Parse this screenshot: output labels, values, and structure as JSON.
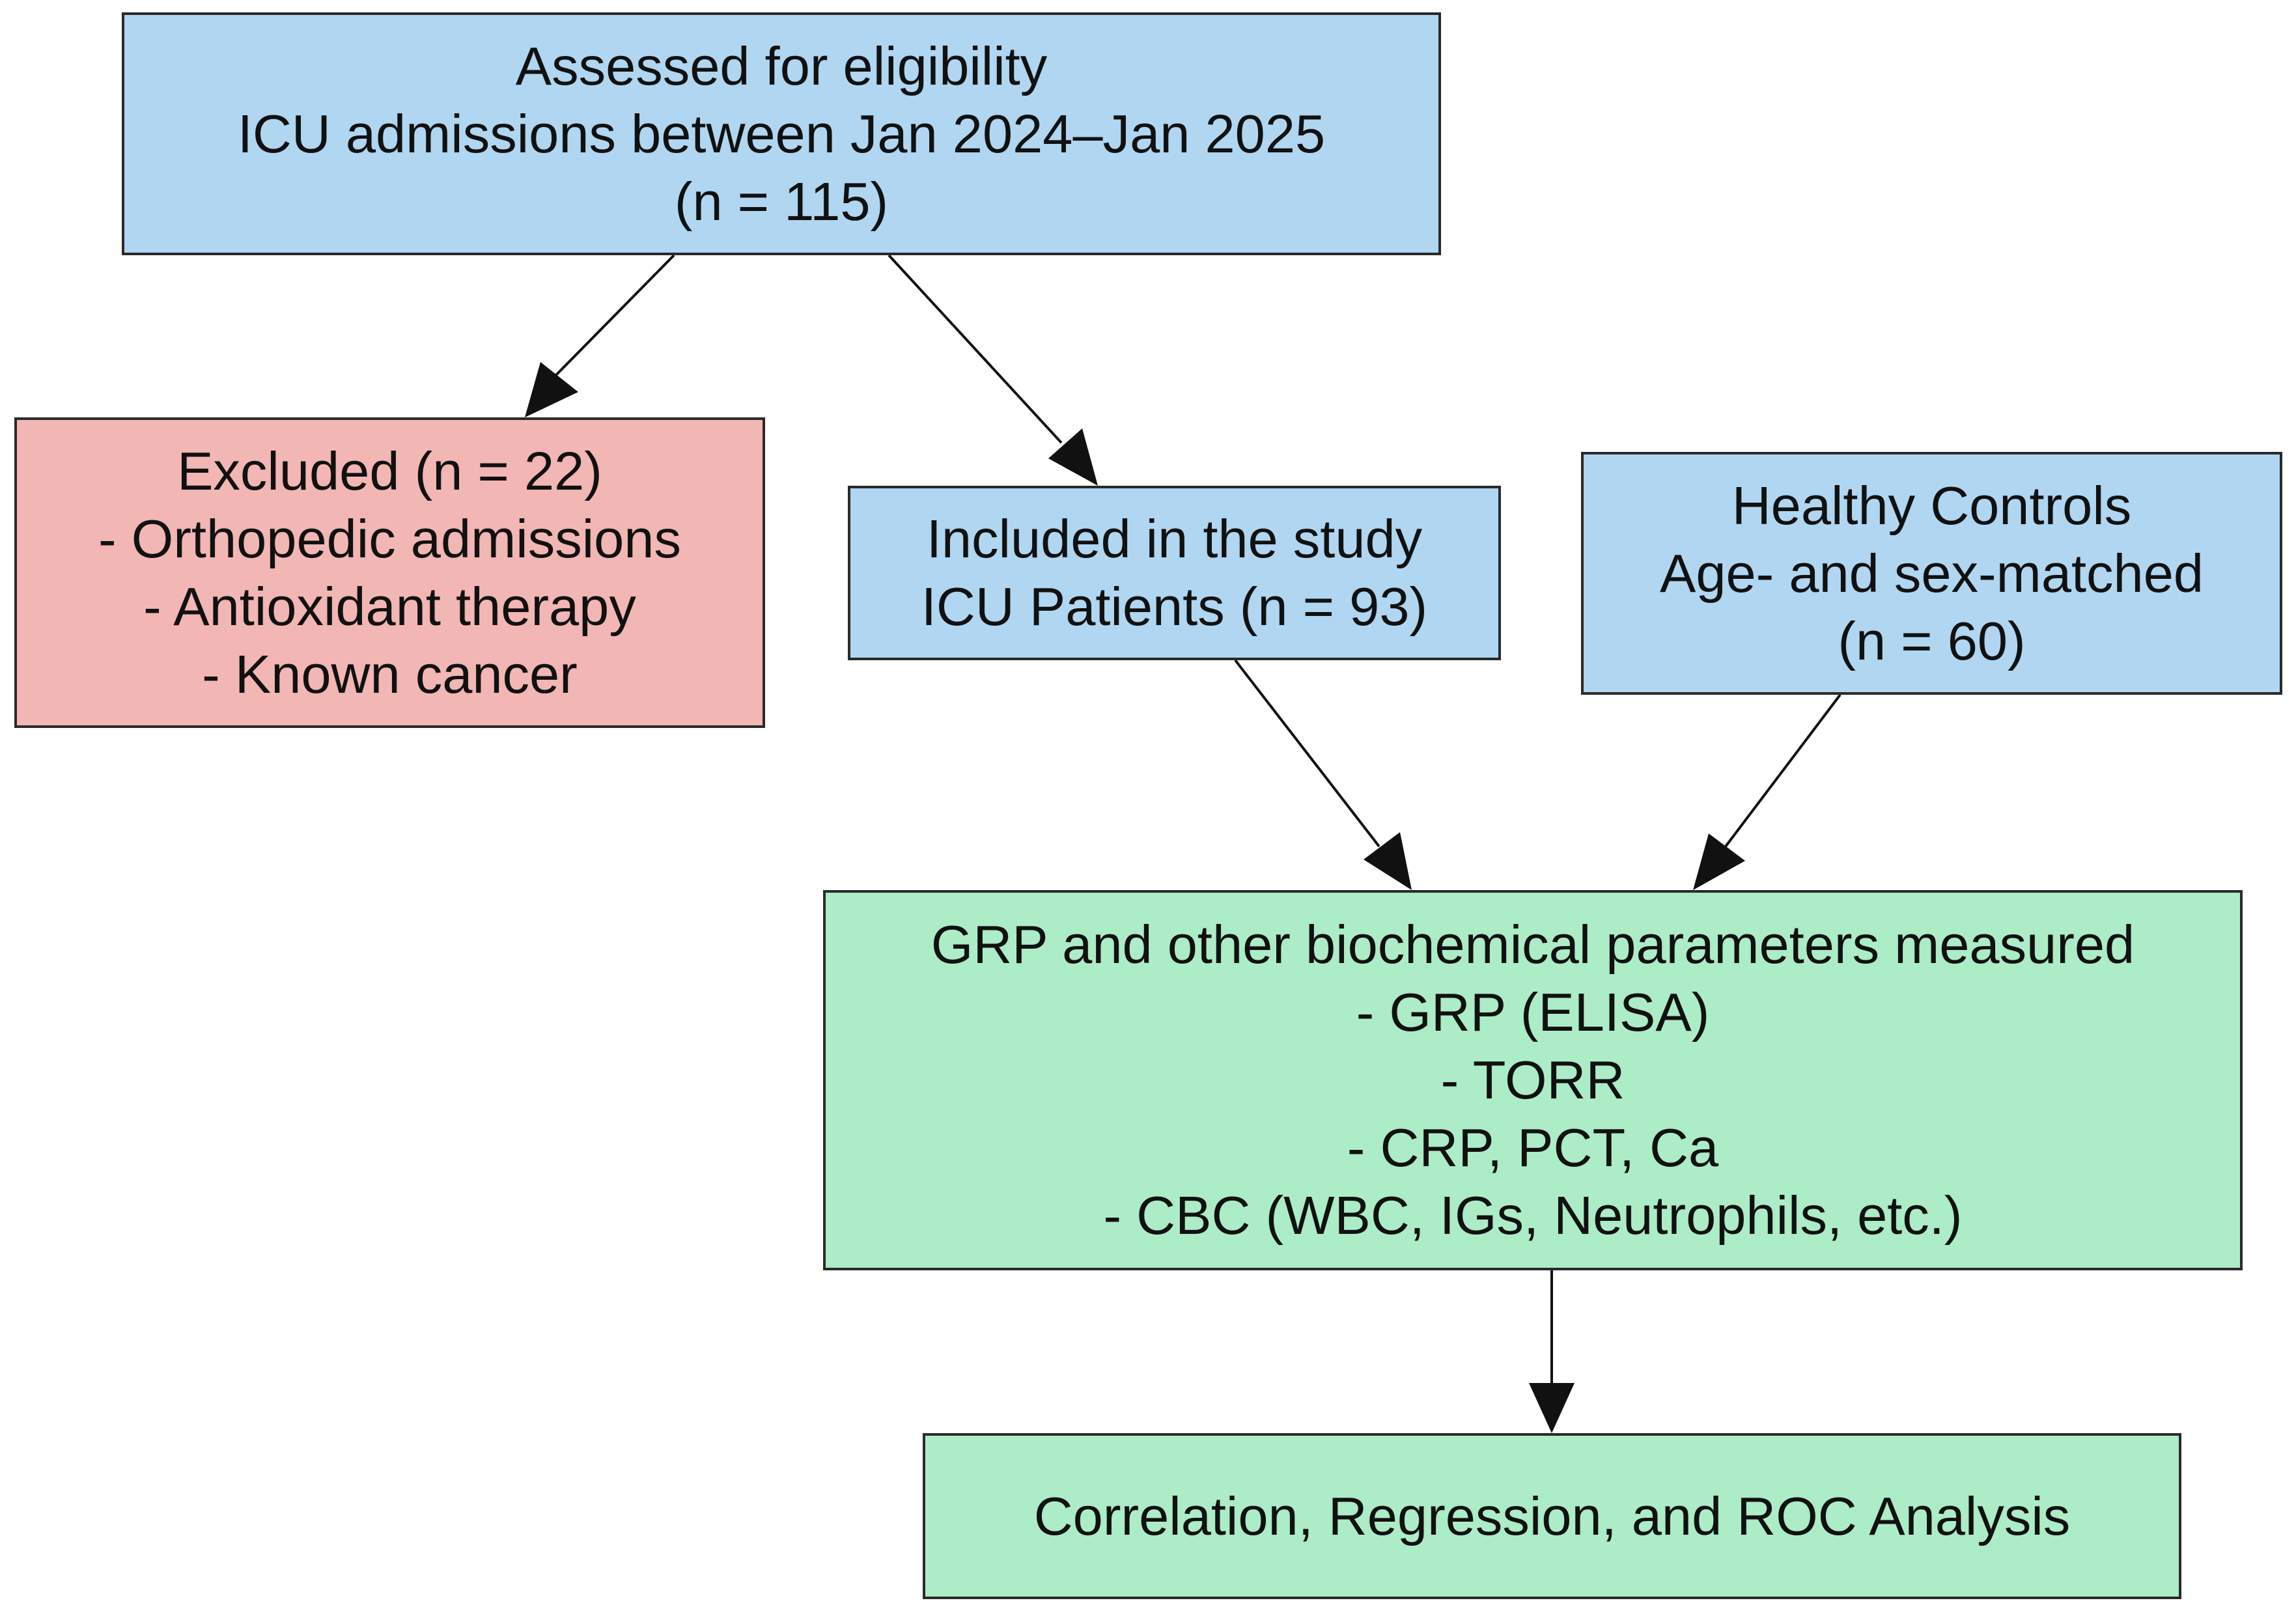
{
  "colors": {
    "include_fill": "#b0d6f1",
    "exclude_fill": "#f2b6b4",
    "measure_fill": "#acecc7",
    "border": "#2a2a2a",
    "edge": "#111111"
  },
  "nodes": {
    "assessed": {
      "lines": [
        "Assessed for eligibility",
        "ICU admissions between Jan 2024–Jan 2025",
        "(n = 115)"
      ]
    },
    "excluded": {
      "lines": [
        "Excluded (n = 22)",
        "- Orthopedic admissions",
        "- Antioxidant therapy",
        "- Known cancer"
      ]
    },
    "included": {
      "lines": [
        "Included in the study",
        "ICU Patients (n = 93)"
      ]
    },
    "controls": {
      "lines": [
        "Healthy Controls",
        "Age- and sex-matched",
        "(n = 60)"
      ]
    },
    "measured": {
      "lines": [
        "GRP and other biochemical parameters measured",
        "- GRP (ELISA)",
        "- TORR",
        "- CRP, PCT, Ca",
        "- CBC (WBC, IGs, Neutrophils, etc.)"
      ]
    },
    "analysis": {
      "lines": [
        "Correlation, Regression, and ROC Analysis"
      ]
    }
  },
  "edges": [
    {
      "from": "assessed",
      "to": "excluded"
    },
    {
      "from": "assessed",
      "to": "included"
    },
    {
      "from": "included",
      "to": "measured"
    },
    {
      "from": "controls",
      "to": "measured"
    },
    {
      "from": "measured",
      "to": "analysis"
    }
  ]
}
